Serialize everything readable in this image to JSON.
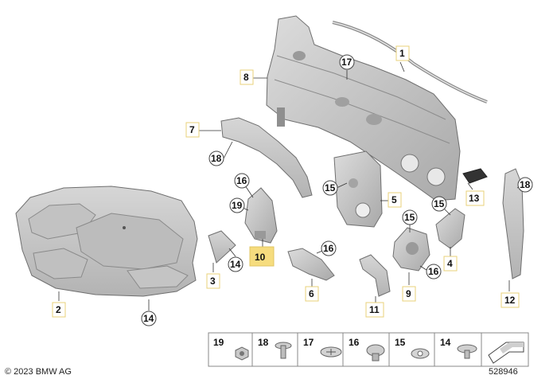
{
  "callouts": {
    "c1": "1",
    "c2": "2",
    "c3": "3",
    "c4": "4",
    "c5": "5",
    "c6": "6",
    "c7": "7",
    "c8": "8",
    "c9": "9",
    "c10": "10",
    "c11": "11",
    "c12": "12",
    "c13": "13",
    "c14a": "14",
    "c14b": "14",
    "c15a": "15",
    "c15b": "15",
    "c15c": "15",
    "c16a": "16",
    "c16b": "16",
    "c16c": "16",
    "c17": "17",
    "c18a": "18",
    "c18b": "18",
    "c19": "19"
  },
  "legend": {
    "items": [
      {
        "label": "19",
        "icon": "hex-nut-icon"
      },
      {
        "label": "18",
        "icon": "expanding-rivet-icon"
      },
      {
        "label": "17",
        "icon": "push-clip-icon"
      },
      {
        "label": "16",
        "icon": "expanding-nut-icon"
      },
      {
        "label": "15",
        "icon": "clip-nut-icon"
      },
      {
        "label": "14",
        "icon": "mushroom-clip-icon"
      }
    ],
    "last_icon": "arrow-shape-icon"
  },
  "copyright": "© 2023 BMW AG",
  "diagram_number": "528946",
  "colors": {
    "part_fill": "#c9c9c9",
    "part_stroke": "#6f6f6f",
    "highlight": "#f6dc7e",
    "tag_border": "#e8d27a"
  }
}
